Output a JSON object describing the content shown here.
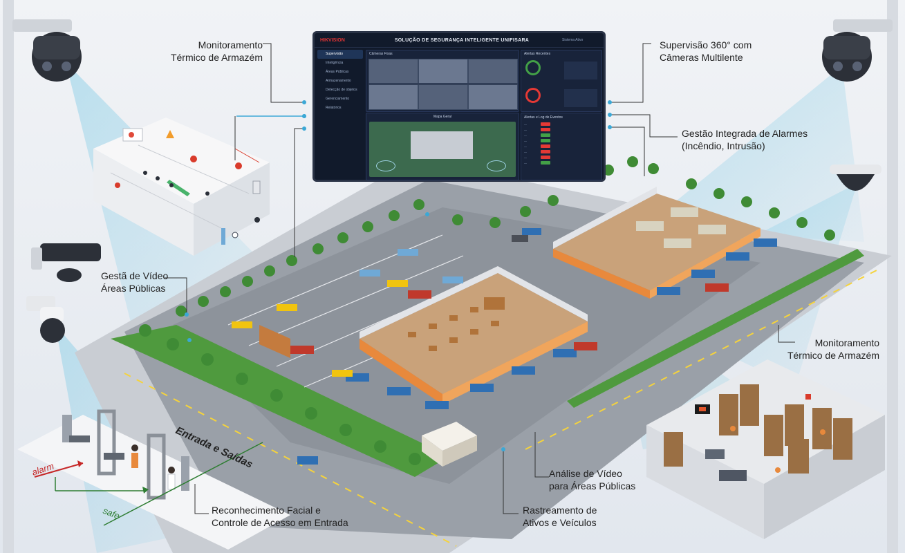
{
  "labels": {
    "thermal_top": [
      "Monitoramento",
      "Térmico de Armazém"
    ],
    "supervision": [
      "Supervisão 360° com",
      "Câmeras Multilente"
    ],
    "alarms": [
      "Gestão Integrada de Alarmes",
      "(Incêndio, Intrusão)"
    ],
    "video_public": [
      "Gestã de Vídeo",
      "Áreas Públicas"
    ],
    "thermal_right": [
      "Monitoramento",
      "Térmico de Armazém"
    ],
    "video_analysis": [
      "Análise de Vídeo",
      "para Áreas Públicas"
    ],
    "tracking": [
      "Rastreamento de",
      "Ativos e Veículos"
    ],
    "facial": [
      "Reconhecimento Facial e",
      "Controle de Acesso em Entrada"
    ]
  },
  "scene_text": {
    "entrance": "Entrada e Saídas",
    "alarm": "alarm",
    "safe": "safe"
  },
  "dashboard": {
    "brand": "HIKVISION",
    "title": "SOLUÇÃO DE SEGURANÇA INTELIGENTE UNIFISARA",
    "status": "Sistema Ativo",
    "menu": [
      "Supervisão",
      "Inteligência",
      "Áreas Públicas",
      "Armazenamento",
      "Detecção de objetos",
      "Gerenciamento",
      "Relatórios"
    ],
    "panels": {
      "cameras": "Câmeras Fixas",
      "alarms": "Alertas Recentes",
      "map": "Mapa Geral",
      "log": "Alertas e Log de Eventos"
    }
  },
  "colors": {
    "accent_cyan": "#9fd4e6",
    "alarm_red": "#c62828",
    "safe_green": "#2e7d32",
    "warehouse_orange": "#e8893c",
    "road_grey": "#8d939b",
    "grass_green": "#4f9a3e"
  }
}
